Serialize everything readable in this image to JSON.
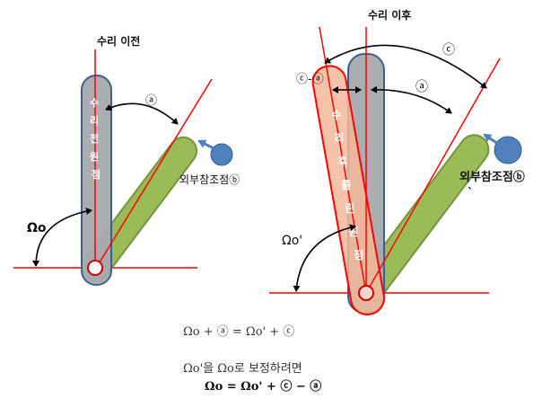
{
  "left": {
    "title": "수리 이전",
    "arm_label": "수리전원점",
    "angle_a": "ⓐ",
    "ref_label": "외부참조점ⓑ",
    "omega_label": "Ωo"
  },
  "right": {
    "title": "수리 이후",
    "arm_label": "수리후틀린원점",
    "angle_c": "ⓒ",
    "angle_c_minus_a": "ⓒ-ⓐ",
    "angle_a": "ⓐ",
    "ref_label": "외부참조점ⓑ",
    "ref_label_tail": "ˋ",
    "omega_label": "Ωo'"
  },
  "equations": {
    "eq1": "Ωo + ⓐ = Ωo' + ⓒ",
    "note": "Ωo'을 Ωo로 보정하려면",
    "eq2": "Ωo = Ωo' + ⓒ − ⓐ"
  },
  "colors": {
    "grey_arm": "#a6a9ad",
    "green_arm": "#9bbb59",
    "orange_arm": "#f2b99a",
    "red_line": "#ff0000",
    "ref_dot": "#4f81bd"
  }
}
